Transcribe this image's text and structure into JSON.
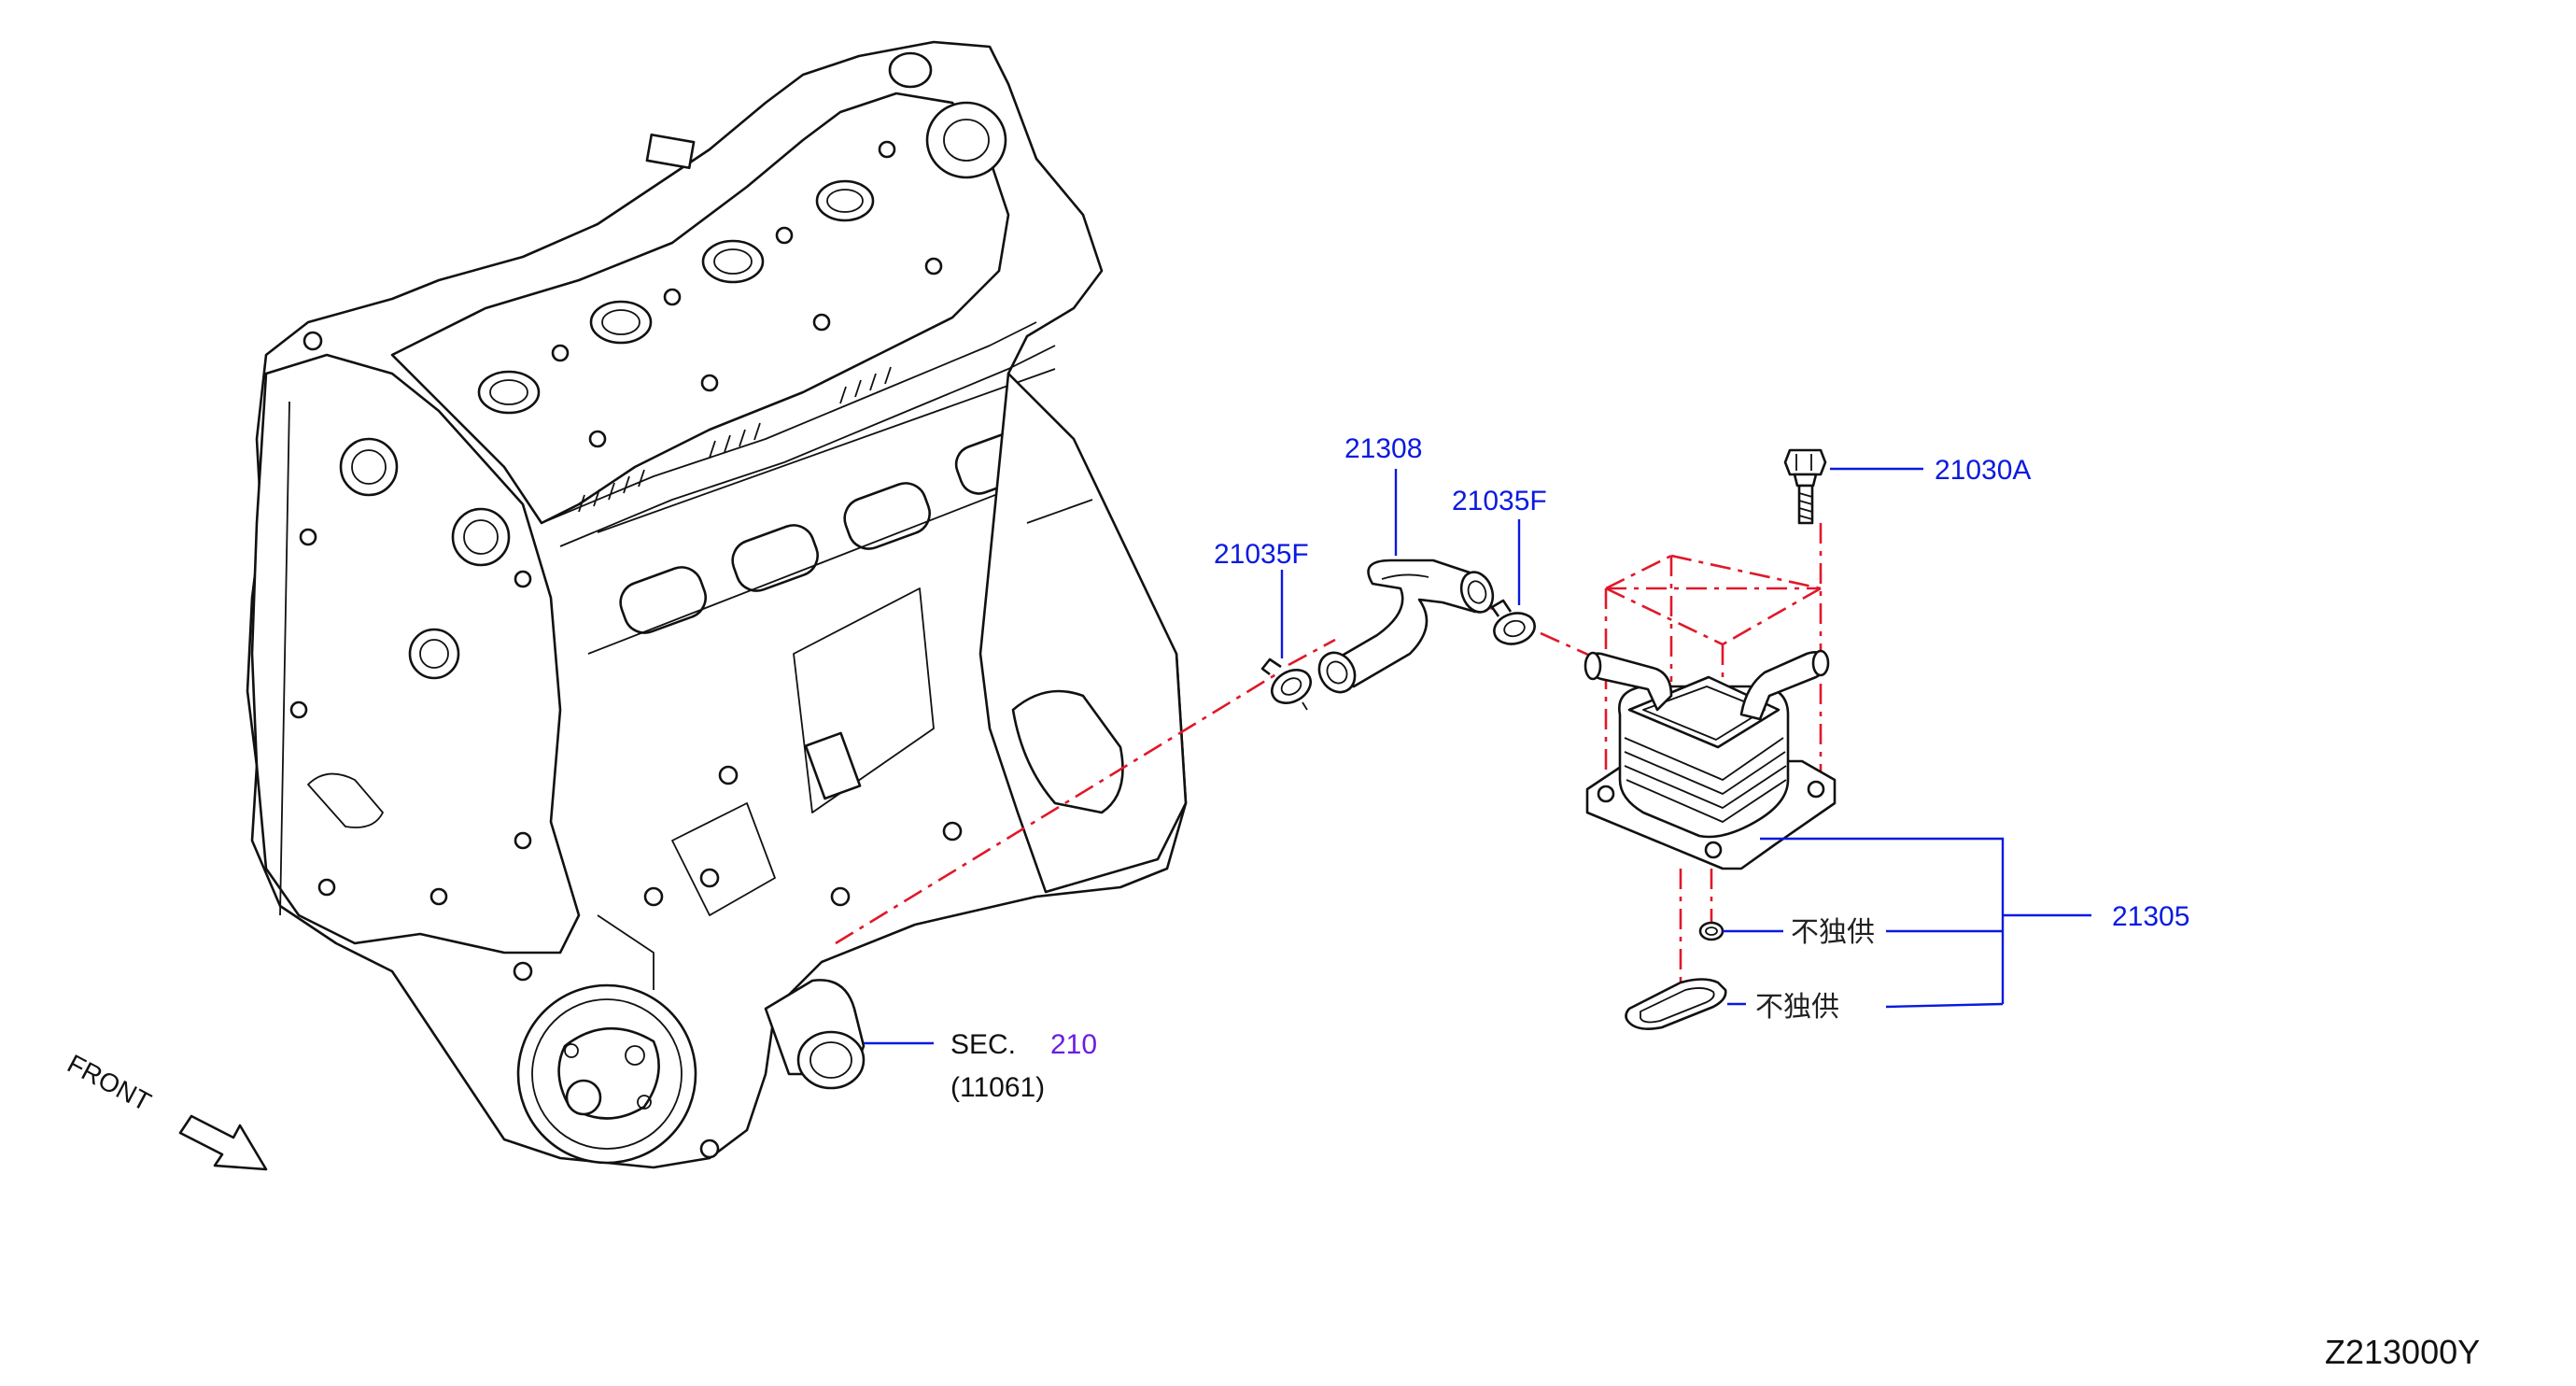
{
  "diagram_code": "Z213000Y",
  "front_label": "FRONT",
  "parts": {
    "hose": "21308",
    "clamp_left": "21035F",
    "clamp_right": "21035F",
    "bolt": "21030A",
    "oil_cooler": "21305"
  },
  "notes": {
    "washer": "不独供",
    "gasket": "不独供"
  },
  "section_ref": {
    "prefix": "SEC.",
    "number": "210",
    "sub": "(11061)"
  }
}
